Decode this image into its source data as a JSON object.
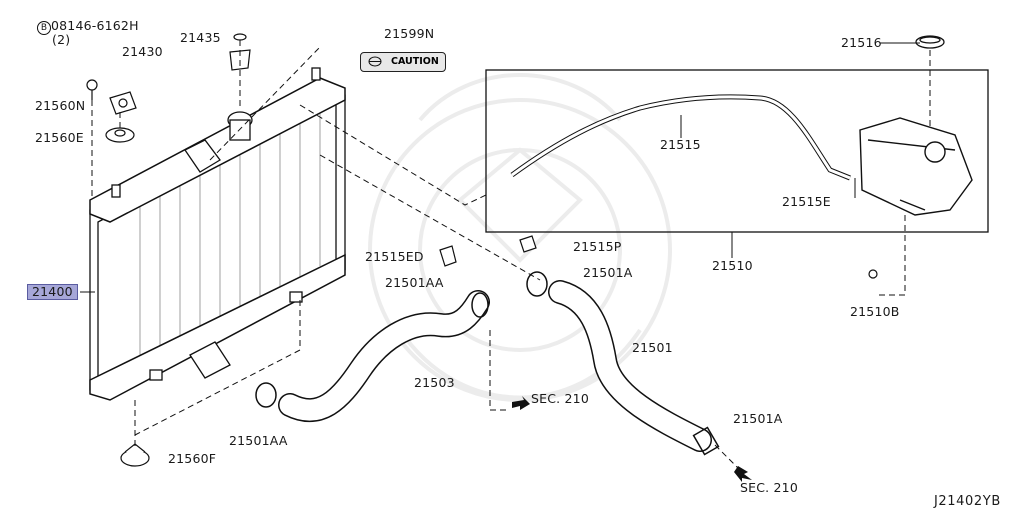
{
  "diagram": {
    "labels": {
      "bolt": "08146-6162H",
      "bolt_qty": "(2)",
      "bolt_prefix": "B",
      "cap_21435": "21435",
      "bracket_21430": "21430",
      "mount_21560N": "21560N",
      "mount_21560E": "21560E",
      "radiator_21400": "21400",
      "mount_21560F": "21560F",
      "label_21599N": "21599N",
      "caution": "CAUTION",
      "cap_21516": "21516",
      "hose_21515": "21515",
      "clip_21515E": "21515E",
      "tank_21510": "21510",
      "bolt_21510B": "21510B",
      "clip_21515ED": "21515ED",
      "clip_21515P": "21515P",
      "clamp_21501AA_top": "21501AA",
      "clamp_21501A_top": "21501A",
      "hose_21501": "21501",
      "hose_21503": "21503",
      "clamp_21501AA_bottom": "21501AA",
      "clamp_21501A_bottom": "21501A",
      "sec_210_middle": "SEC. 210",
      "sec_210_bottom": "SEC. 210",
      "diagram_code": "J21402YB"
    }
  }
}
